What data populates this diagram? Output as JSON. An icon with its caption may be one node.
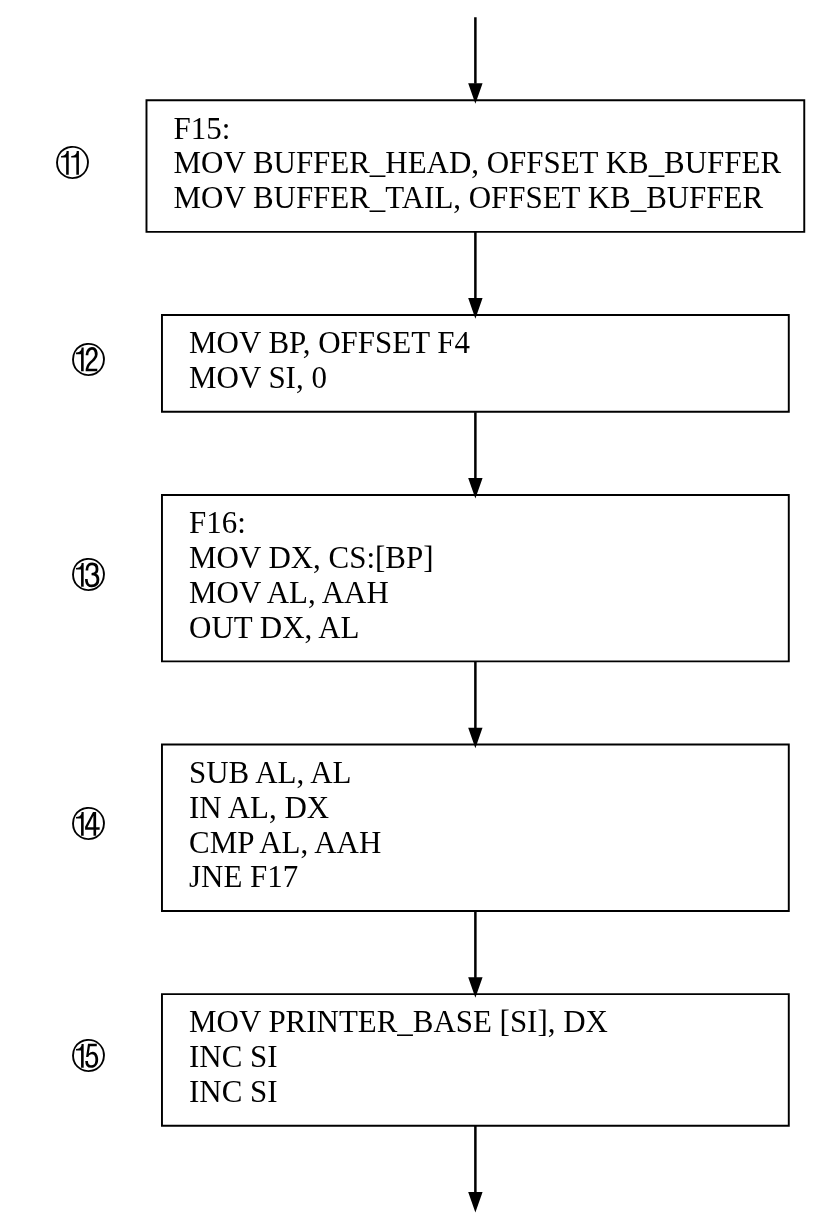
{
  "diagram": {
    "nodes": [
      {
        "text": [
          "F15:",
          "MOV BUFFER_HEAD, OFFSET KB_BUFFER",
          "MOV BUFFER_TAIL, OFFSET KB_BUFFER"
        ],
        "beside": [
          "⑪"
        ]
      },
      {
        "text": [
          "MOV BP, OFFSET F4",
          "MOV SI, 0"
        ],
        "beside": [
          "⑫"
        ]
      },
      {
        "text": [
          "F16:",
          "MOV DX, CS:[BP]",
          "MOV AL, AAH",
          "OUT DX, AL"
        ],
        "beside": [
          "⑬"
        ]
      },
      {
        "text": [
          "SUB AL, AL",
          "IN AL, DX",
          "CMP AL, AAH",
          "JNE F17"
        ],
        "beside": [
          "⑭"
        ]
      },
      {
        "text": [
          "MOV PRINTER_BASE [SI], DX",
          "INC SI",
          "INC SI"
        ],
        "beside": [
          "⑮"
        ]
      }
    ],
    "edges": [
      {
        "from": null,
        "to": 0,
        "arrow": "to"
      },
      {
        "from": 0,
        "to": 1,
        "arrow": "to"
      },
      {
        "from": 1,
        "to": 2,
        "arrow": "to"
      },
      {
        "from": 2,
        "to": 3,
        "arrow": "to"
      },
      {
        "from": 3,
        "to": 4,
        "arrow": "to"
      },
      {
        "from": 4,
        "to": null,
        "arrow": "to"
      }
    ]
  }
}
